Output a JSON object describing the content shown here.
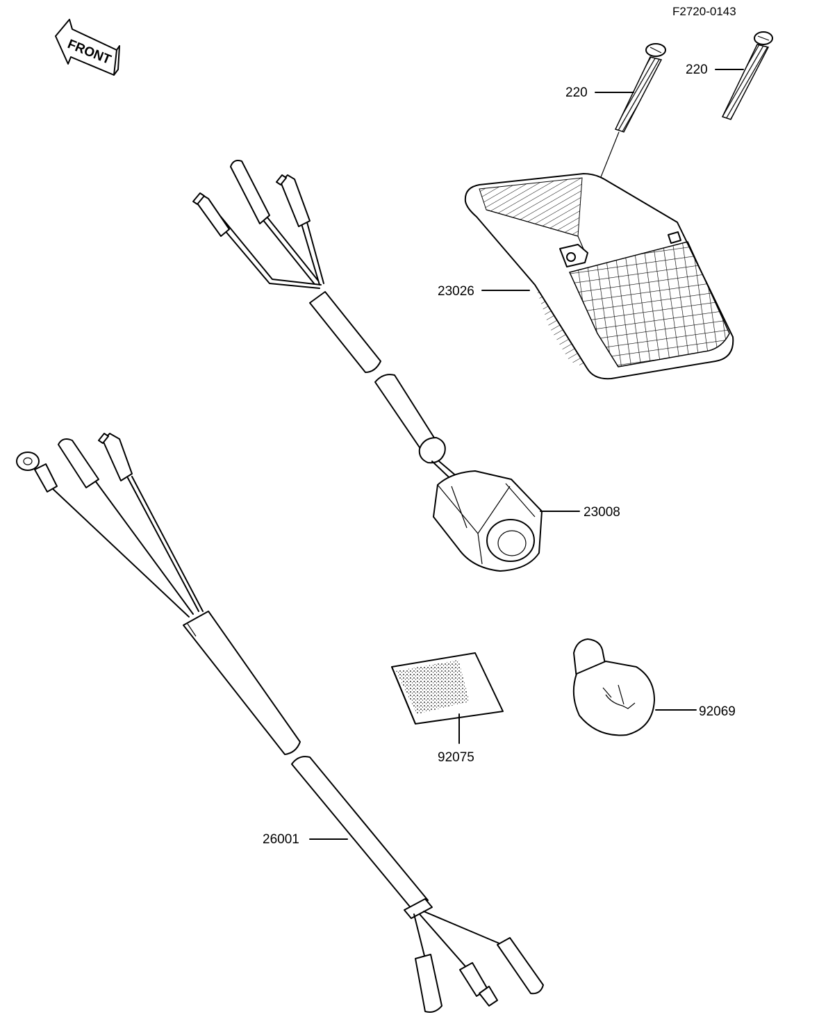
{
  "diagram_code": "F2720-0143",
  "front_arrow": {
    "label": "FRONT",
    "icon": "front-arrow-icon"
  },
  "callouts": {
    "screw_center": "220",
    "screw_right": "220",
    "lens": "23026",
    "socket": "23008",
    "bulb": "92069",
    "pad": "92075",
    "harness": "26001"
  }
}
